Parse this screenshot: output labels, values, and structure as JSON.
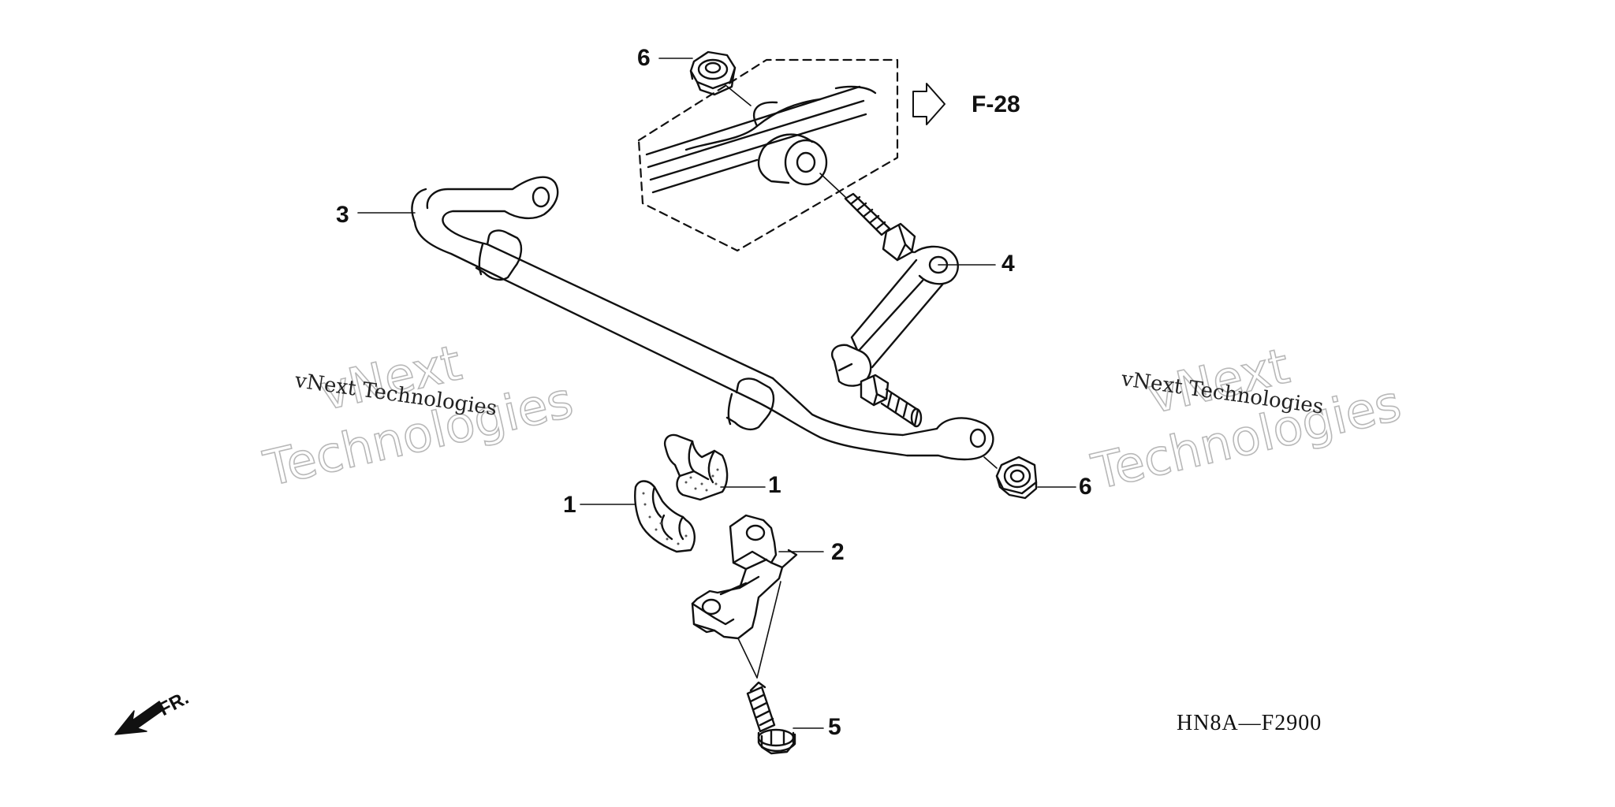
{
  "diagram": {
    "callouts": [
      {
        "id": "6-top",
        "label": "6"
      },
      {
        "id": "3",
        "label": "3"
      },
      {
        "id": "4",
        "label": "4"
      },
      {
        "id": "1-right",
        "label": "1"
      },
      {
        "id": "1-left",
        "label": "1"
      },
      {
        "id": "2",
        "label": "2"
      },
      {
        "id": "6-right",
        "label": "6"
      },
      {
        "id": "5",
        "label": "5"
      }
    ],
    "reference": "F-28",
    "drawing_code": "HN8A—F2900",
    "direction": "FR."
  },
  "watermarks": [
    {
      "line1": "vNext",
      "line2": "Technologies",
      "small": "vNext Technologies"
    },
    {
      "line1": "vNext",
      "line2": "Technologies",
      "small": "vNext Technologies"
    }
  ]
}
